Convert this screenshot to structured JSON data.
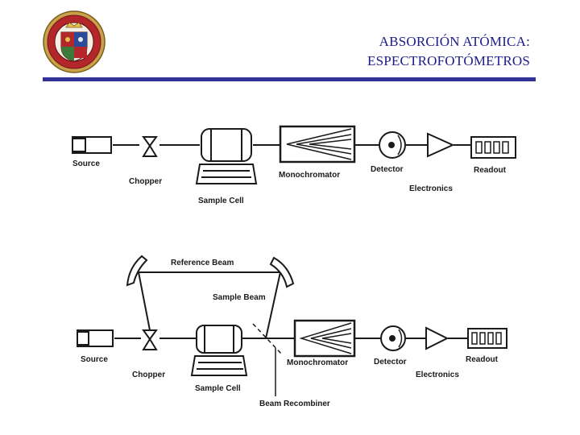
{
  "slide": {
    "title_line1": "ABSORCIÓN ATÓMICA:",
    "title_line2": "ESPECTROFOTÓMETROS",
    "title_color": "#1b1b8c",
    "rule_color": "#33339a",
    "logo_icon": "university-seal-icon"
  },
  "single_beam": {
    "source": "Source",
    "chopper": "Chopper",
    "sample_cell": "Sample Cell",
    "monochromator": "Monochromator",
    "detector": "Detector",
    "electronics": "Electronics",
    "readout": "Readout"
  },
  "double_beam": {
    "reference_beam": "Reference Beam",
    "sample_beam": "Sample Beam",
    "source": "Source",
    "chopper": "Chopper",
    "sample_cell": "Sample Cell",
    "beam_recombiner": "Beam Recombiner",
    "monochromator": "Monochromator",
    "detector": "Detector",
    "electronics": "Electronics",
    "readout": "Readout"
  }
}
